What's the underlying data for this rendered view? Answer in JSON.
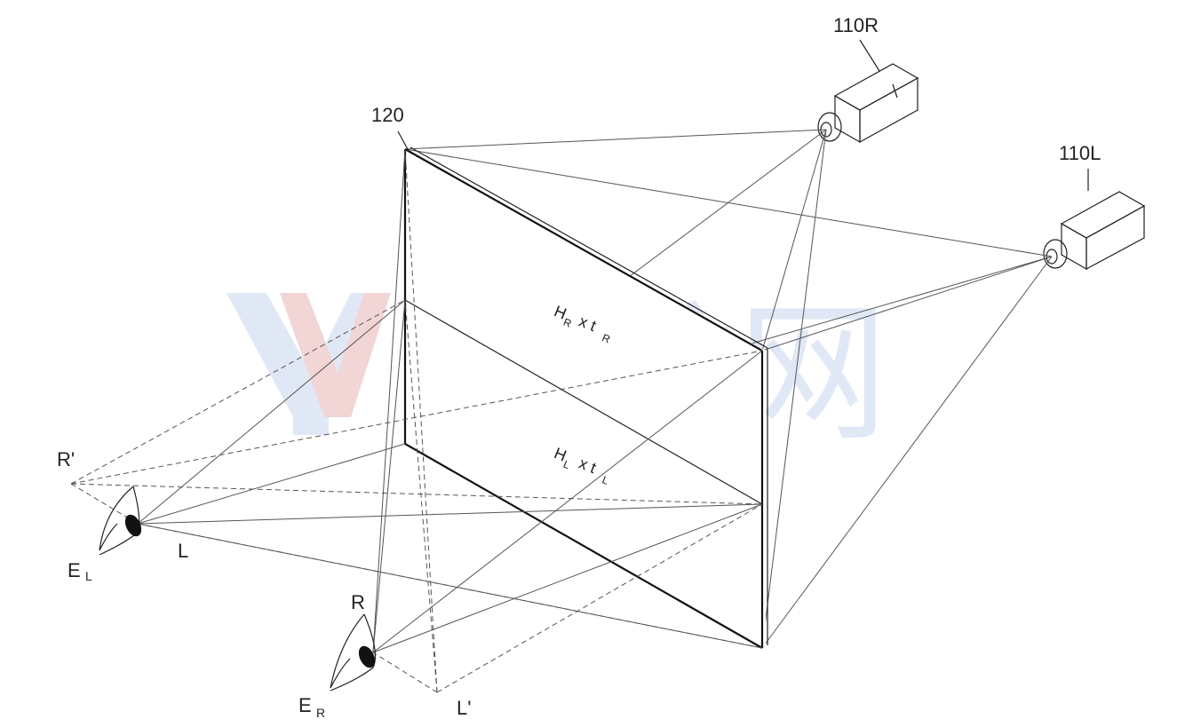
{
  "figure": {
    "labels": {
      "camera_right": "110R",
      "camera_left": "110L",
      "screen": "120",
      "eye_left": "E",
      "eye_left_sub": "L",
      "eye_right": "E",
      "eye_right_sub": "R",
      "left_image": "L",
      "right_image": "R",
      "left_virtual": "L'",
      "right_virtual": "R'",
      "upper_formula_h": "H",
      "upper_formula_h_sub": "R",
      "upper_formula_x": "x t",
      "upper_formula_t_sub": "R",
      "lower_formula_h": "H",
      "lower_formula_h_sub": "L",
      "lower_formula_x": "x t",
      "lower_formula_t_sub": "L"
    },
    "watermark": {
      "text": "映维网",
      "logo_letters": "YV",
      "color": "#c9d6ee",
      "accent_color": "#e9b3b3"
    }
  }
}
